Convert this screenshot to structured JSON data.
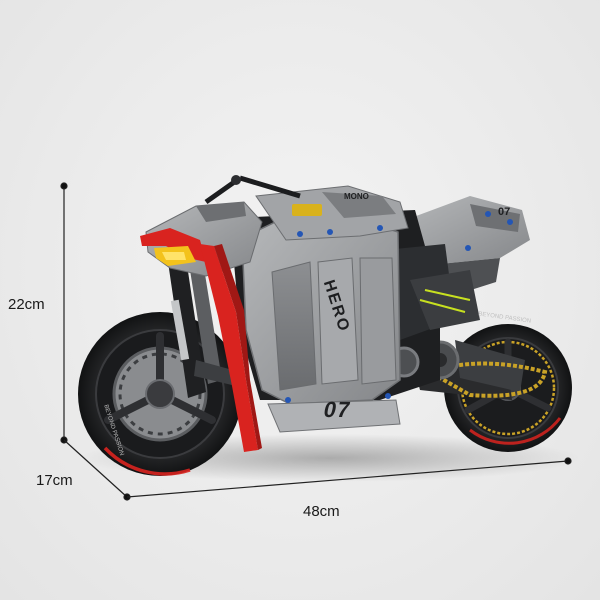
{
  "dimensions": {
    "height": "22cm",
    "depth": "17cm",
    "length": "48cm"
  },
  "model": {
    "side_number": "07",
    "tail_number": "07",
    "tank_lettering": "HERO",
    "seat_lettering": "MONO"
  },
  "tire_text": {
    "front": "BEYOND PASSION",
    "rear": "BEYOND PASSION"
  },
  "colors": {
    "background": "#ececec",
    "body_grey": "#9a9c9e",
    "accent_red": "#d9231f",
    "headlight_yellow": "#f3c21c",
    "frame_dark": "#1e1f21",
    "chain_gold": "#c9a227"
  }
}
